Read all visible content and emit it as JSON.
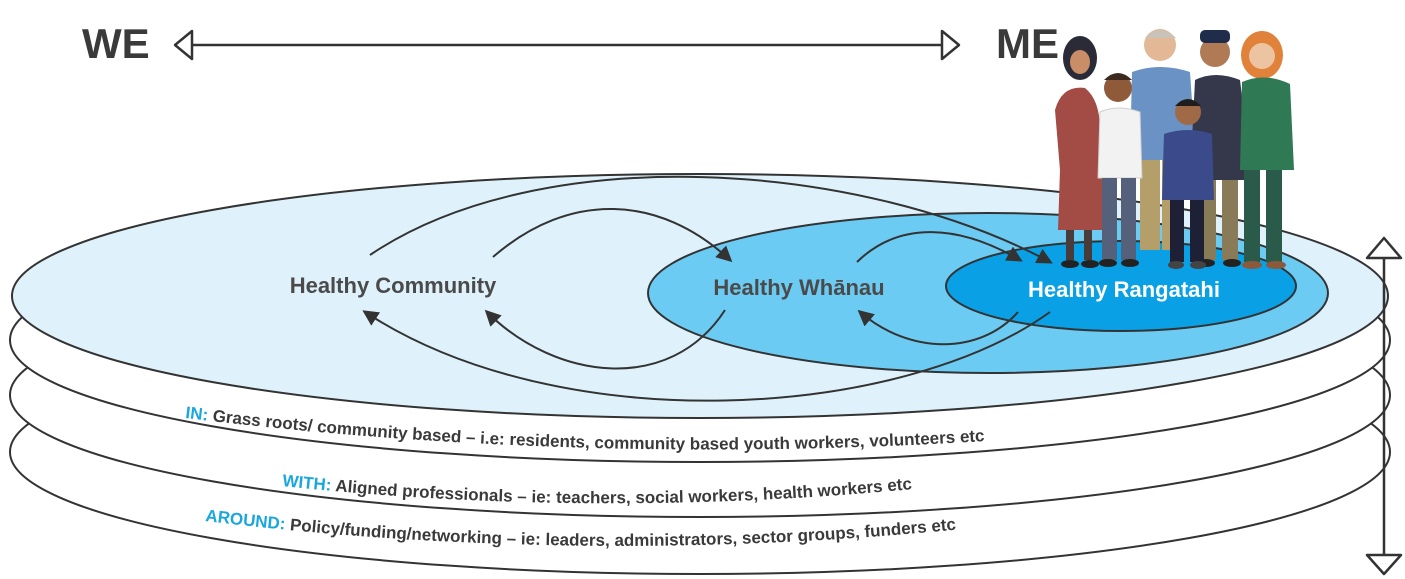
{
  "header": {
    "left_label": "WE",
    "right_label": "ME"
  },
  "nodes": {
    "community": "Healthy Community",
    "whanau": "Healthy Whānau",
    "rangatahi": "Healthy Rangatahi"
  },
  "layers": [
    {
      "key": "IN:",
      "text": "Grass roots/ community based – i.e: residents, community based youth workers, volunteers etc"
    },
    {
      "key": "WITH:",
      "text": "Aligned professionals – ie: teachers, social workers, health workers etc"
    },
    {
      "key": "AROUND:",
      "text": "Policy/funding/networking – ie: leaders, administrators, sector groups, funders etc"
    }
  ],
  "icons": {
    "people": "group-of-people-illustration",
    "double_arrow_horizontal": "horizontal-double-arrow-icon",
    "double_arrow_vertical": "vertical-double-arrow-icon"
  },
  "colors": {
    "outer_fill": "#dff2fb",
    "mid_fill": "#6ccbf3",
    "inner_fill": "#0aa0e6",
    "accent_text": "#1aa7e0",
    "text": "#3a3a3a"
  }
}
